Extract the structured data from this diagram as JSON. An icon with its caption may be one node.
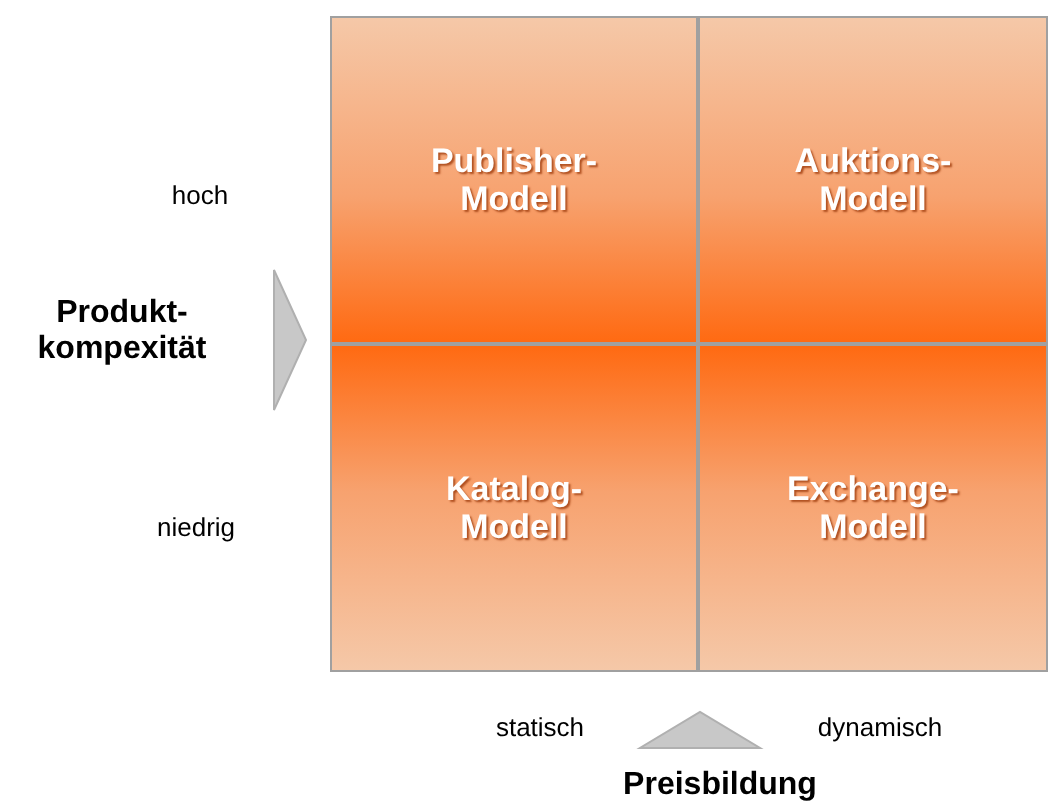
{
  "diagram": {
    "nodes": [
      {
        "text": [
          "Publisher- Modell"
        ]
      },
      {
        "text": [
          "Auktions- Modell"
        ]
      },
      {
        "text": [
          "Katalog- Modell"
        ]
      },
      {
        "text": [
          "Exchange- Modell"
        ]
      }
    ],
    "labels": [
      "hoch",
      "Produkt- kompexität",
      "niedrig",
      "statisch",
      "dynamisch",
      "Preisbildung"
    ]
  }
}
